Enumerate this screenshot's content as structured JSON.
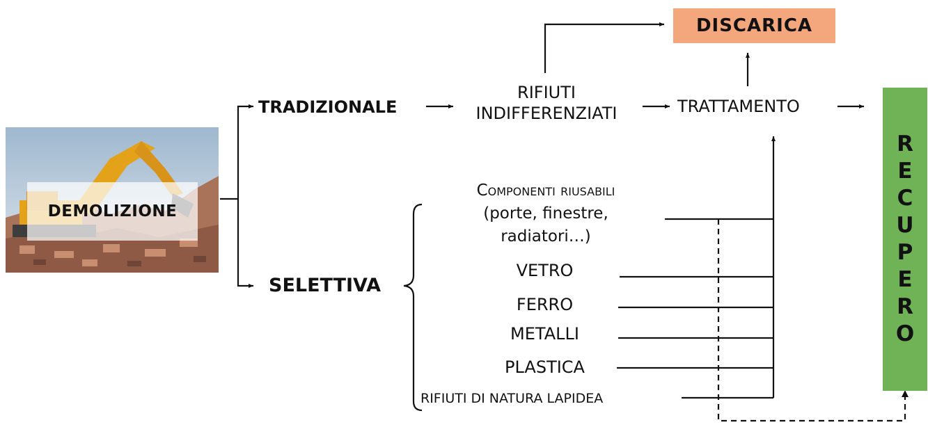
{
  "nodes": {
    "demolizione": "DEMOLIZIONE",
    "tradizionale": "TRADIZIONALE",
    "selettiva": "SELETTIVA",
    "rifiuti_indifferenziati_line1": "RIFIUTI",
    "rifiuti_indifferenziati_line2": "INDIFFERENZIATI",
    "trattamento": "TRATTAMENTO",
    "discarica": "DISCARICA",
    "recupero_letters": [
      "R",
      "E",
      "C",
      "U",
      "P",
      "E",
      "R",
      "O"
    ]
  },
  "selective_items": {
    "componenti_line1": "Componenti riusabili",
    "componenti_line2": "(porte, finestre,",
    "componenti_line3": "radiatori…)",
    "vetro": "VETRO",
    "ferro": "FERRO",
    "metalli": "METALLI",
    "plastica": "PLASTICA",
    "rifiuti_lapidei": "RIFIUTI DI NATURA LAPIDEA"
  },
  "colors": {
    "discarica_fill": "#f4a77c",
    "recupero_fill": "#6fb356",
    "line": "#111111"
  }
}
